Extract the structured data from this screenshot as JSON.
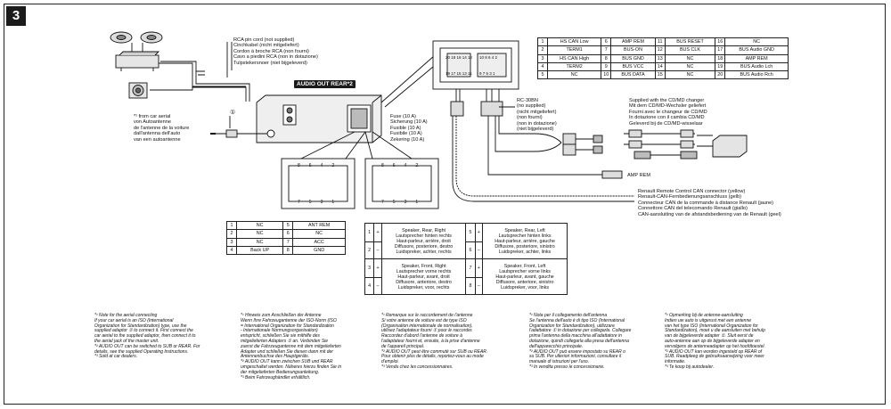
{
  "section_number": "3",
  "labels": {
    "rca_cord": "RCA pin cord (not supplied)\nCinchkabel (nicht mitgeliefert)\nCordon à broche RCA (non fourni)\nCavo a piedini RCA (non in dotazione)\nTulpstekersnoer (niet bijgeleverd)",
    "audio_out_rear": "AUDIO OUT REAR*2",
    "from_car_aerial": "*¹ from car aerial\nvon Autoantenne\nde l'antenne de la voiture\ndall'antenna dell'auto\nvan een autoantenne",
    "fuse": "Fuse (10 A)\nSicherung (10 A)\nFusible (10 A)\nFusibile (10 A)\nZekering (10 A)",
    "rc_30bn": "RC-30BN\n(no supplied)\n(nicht mitgeliefert)\n(non fourni)\n(non in dotazione)\n(niet bijgeleverd)",
    "cdmd": "Supplied with the CD/MD changer\nMit dem CD/MD-Wechsler geliefert\nFourni avec le changeur de CD/MD\nIn dotazione con il cambia CD/MD\nGeleverd bij de CD/MD-wisselaar",
    "amp_rem": "AMP REM",
    "renault": "Renault Remote Control CAN connector (yellow)\nRenault-CAN-Fernbedienungsanschluss (gelb)\nConnecteur CAN de la commande à distance Renault (jaune)\nConnettore CAN del telecomando Renault (giallo)\nCAN-aansluiting van de afstandsbediening van de Renault (geel)",
    "circled_1": "①"
  },
  "connector_small_pins": {
    "top": [
      "8",
      "6",
      "4",
      "2"
    ],
    "bottom": [
      "7",
      "5",
      "3",
      "1"
    ]
  },
  "power_table": [
    [
      "1",
      "NC",
      "5",
      "ANT REM"
    ],
    [
      "2",
      "NC",
      "6",
      "NC"
    ],
    [
      "3",
      "NC",
      "7",
      "ACC"
    ],
    [
      "4",
      "Back UP",
      "8",
      "GND"
    ]
  ],
  "speaker_table": [
    {
      "pin1": "1",
      "pol1": "+",
      "desc1": "Speaker, Rear, Right\nLautsprecher hinten rechts\nHaut-parleur, arrière, droit\nDiffusore, posteriore, destro\nLuidspreker, achter, rechts",
      "pin2": "5",
      "pol2": "+",
      "desc2": "Speaker, Rear, Left\nLautsprecher hinten links\nHaut-parleur, arrière, gauche\nDiffusore, posteriore, sinistro\nLuidspreker, achter, links"
    },
    {
      "pin1": "2",
      "pol1": "–",
      "desc1": "",
      "pin2": "6",
      "pol2": "–",
      "desc2": ""
    },
    {
      "pin1": "3",
      "pol1": "+",
      "desc1": "Speaker, Front, Right\nLautsprecher vorne rechts\nHaut-parleur, avant, droit\nDiffusore, anteriore, destro\nLuidspreker, voor, rechts",
      "pin2": "7",
      "pol2": "+",
      "desc2": "Speaker, Front, Left\nLautsprecher vorne links\nHaut-parleur, avant, gauche\nDiffusore, anteriore, sinistro\nLuidspreker, voor, links"
    },
    {
      "pin1": "4",
      "pol1": "–",
      "desc1": "",
      "pin2": "8",
      "pol2": "–",
      "desc2": ""
    }
  ],
  "can_table": [
    [
      "1",
      "HS CAN Low",
      "6",
      "AMP REM",
      "11",
      "BUS RESET",
      "16",
      "NC"
    ],
    [
      "2",
      "TERM1",
      "7",
      "BUS-ON",
      "12",
      "BUS CLK",
      "17",
      "BUS Audio GND"
    ],
    [
      "3",
      "HS CAN High",
      "8",
      "BUS GND",
      "13",
      "NC",
      "18",
      "AMP REM"
    ],
    [
      "4",
      "TERM2",
      "9",
      "BUS VCC",
      "14",
      "NC",
      "19",
      "BUS Audio Lch"
    ],
    [
      "5",
      "NC",
      "10",
      "BUS DATA",
      "15",
      "NC",
      "20",
      "BUS Audio Rch"
    ]
  ],
  "notes": [
    "*¹ Note for the aerial connecting\nIf your car aerial is an ISO (International\nOrganization for Standardization) type, use the\nsupplied adaptor ① to connect it. First connect the\ncar aerial to the supplied adaptor, then connect it to\nthe aerial jack of the master unit.\n*² AUDIO OUT can be switched to SUB or REAR. For\ndetails, see the supplied Operating Instructions.\n*³ Sold at car dealers.",
    "*¹ Hinweis zum Anschließen der Antenne\nWenn Ihre Fahrzeugantenne der ISO-Norm (ISO\n= International Organization for Standardization\n- Internationale Normungsorganisation)\nentspricht, schließen Sie sie mithilfe des\nmitgelieferten Adapters ① an. Verbinden Sie\nzuerst die Fahrzeugantenne mit dem mitgelieferten\nAdapter und schließen Sie diesen dann mit der\nAntennenbuchse des Hauptgeräts.\n*² AUDIO OUT kann zwischen SUB und REAR\numgeschaltet werden. Näheres hierzu finden Sie in\nder mitgelieferten Bedienungsanleitung.\n*³ Beim Fahrzeughändler erhältlich.",
    "*¹ Remarque sur le raccordement de l'antenne\nSi votre antenne de voiture est de type ISO\n(Organisation internationale de normalisation),\nutilisez l'adaptateur fourni ① pour le raccorder.\nRaccordez d'abord l'antenne de voiture à\nl'adaptateur fourni et, ensuite, à la prise d'antenne\nde l'appareil principal.\n*² AUDIO OUT peut être commuté sur SUB ou REAR.\nPour obtenir plus de détails, reportez-vous au mode\nd'emploi.\n*³ Vendu chez les concessionnaires.",
    "*¹ Nota per il collegamento dell'antenna\nSe l'antenna dell'auto è di tipo ISO (International\nOrganization for Standardization), utilizzare\nl'adattatore ① in dotazione per collegarla. Collegare\nprima l'antenna della macchina all'adattatore in\ndotazione, quindi collegarla alla presa dell'antenna\ndell'apparecchio principale.\n*² AUDIO OUT può essere impostato su REAR o\nsu SUB. Per ulteriori informazioni, consultare il\nmanuale di istruzioni per l'uso.\n*³ In vendita presso le concessionarie.",
    "*¹ Opmerking bij de antenne-aansluiting\nIndien uw auto is uitgerust met een antenne\nvan het type ISO (International Organization for\nStandardization), moet u die aansluiten met behulp\nvan de bijgeleverde adapter ①. Sluit eerst de\nauto-antenne aan op de bijgeleverde adapter en\nvervolgens de antenneadapter op het hoofdtoestel.\n*² AUDIO OUT kan worden ingesteld op REAR of\nSUB. Raadpleeg de gebruiksaanwijzing voor meer\ninformatie.\n*³ Te koop bij autodealer."
  ]
}
